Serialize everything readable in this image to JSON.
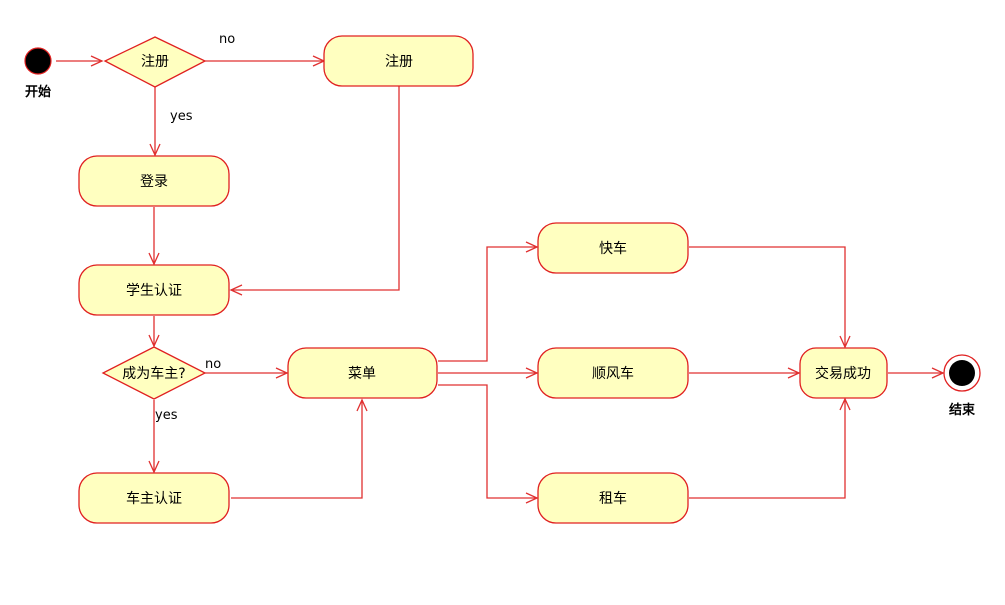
{
  "colors": {
    "node_fill": "#ffffc0",
    "node_stroke": "#e02020",
    "edge": "#e03030",
    "terminal": "#000000"
  },
  "start": {
    "label": "开始"
  },
  "end": {
    "label": "结束"
  },
  "nodes": {
    "register_decision": "注册",
    "register_action": "注册",
    "login": "登录",
    "student_auth": "学生认证",
    "driver_decision": "成为车主?",
    "driver_auth": "车主认证",
    "menu": "菜单",
    "express": "快车",
    "hitch": "顺风车",
    "rental": "租车",
    "success": "交易成功"
  },
  "edge_labels": {
    "register_no": "no",
    "register_yes": "yes",
    "driver_no": "no",
    "driver_yes": "yes"
  }
}
